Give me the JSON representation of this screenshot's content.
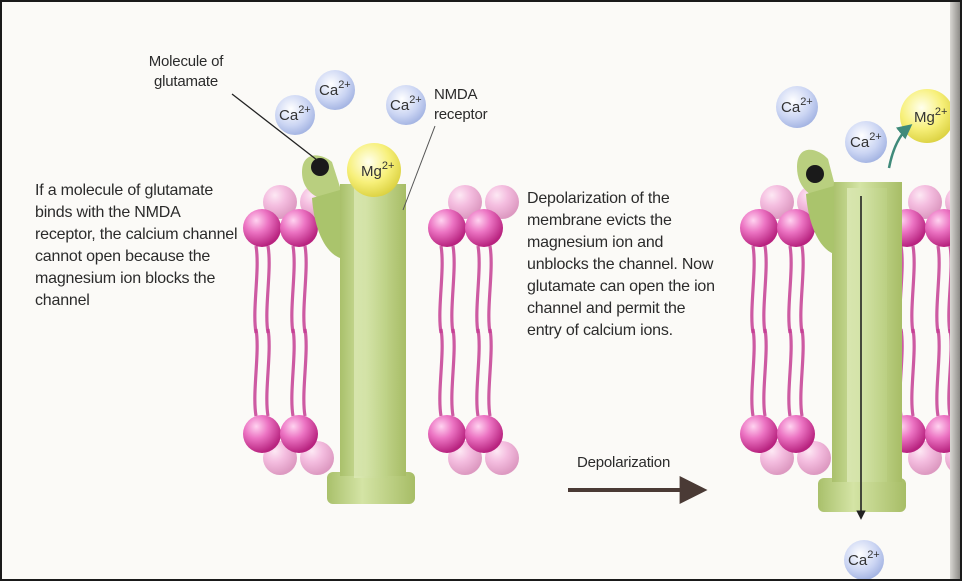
{
  "labels": {
    "glutamate_line1": "Molecule of",
    "glutamate_line2": "glutamate",
    "nmda_line1": "NMDA",
    "nmda_line2": "receptor",
    "arrow_label": "Depolarization"
  },
  "left_caption": [
    "If a molecule of glutamate",
    "binds with the NMDA",
    "receptor, the calcium channel",
    "cannot open because the",
    "magnesium ion blocks the",
    "channel"
  ],
  "middle_caption": [
    "Depolarization of the",
    "membrane evicts the",
    "magnesium ion and",
    "unblocks the channel. Now",
    "glutamate can open the ion",
    "channel and permit the",
    "entry of calcium ions."
  ],
  "ions": {
    "calcium": {
      "base": "Ca",
      "charge": "2+"
    },
    "magnesium": {
      "base": "Mg",
      "charge": "2+"
    }
  },
  "colors": {
    "membrane_head": "#e75fb6",
    "membrane_tail": "#c43d93",
    "channel": "#c7da92",
    "calcium_ion": "#c9d3f3",
    "magnesium_ion": "#f4ef7a",
    "glutamate": "#1a1a1a",
    "arrow": "#4a3a35",
    "evict_arrow": "#3f8a7a"
  }
}
